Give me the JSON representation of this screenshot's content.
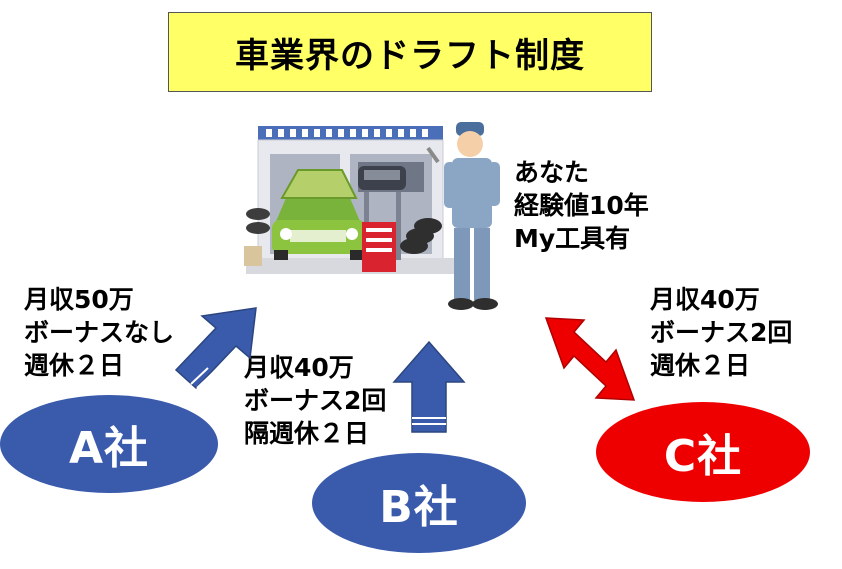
{
  "title": "車業界のドラフト制度",
  "you": {
    "lines": [
      "あなた",
      "経験値10年",
      "My工具有"
    ]
  },
  "companies": {
    "a": {
      "name": "A社",
      "lines": [
        "月収50万",
        "ボーナスなし",
        "週休２日"
      ]
    },
    "b": {
      "name": "B社",
      "lines": [
        "月収40万",
        "ボーナス2回",
        "隔週休２日"
      ]
    },
    "c": {
      "name": "C社",
      "lines": [
        "月収40万",
        "ボーナス2回",
        "週休２日"
      ]
    }
  },
  "colors": {
    "title_bg": "#ffff66",
    "blue": "#3a5aac",
    "red": "#ee0000"
  }
}
